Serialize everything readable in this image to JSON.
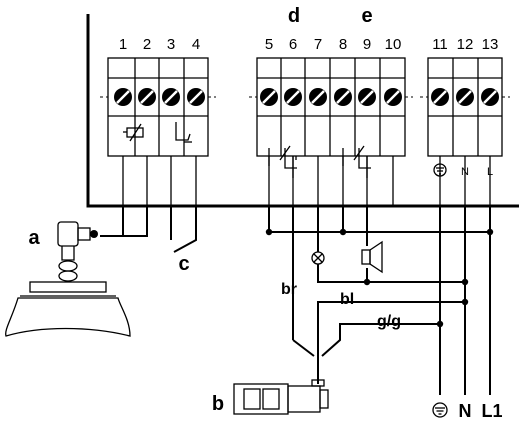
{
  "terminals": {
    "t1": "1",
    "t2": "2",
    "t3": "3",
    "t4": "4",
    "t5": "5",
    "t6": "6",
    "t7": "7",
    "t8": "8",
    "t9": "9",
    "t10": "10",
    "t11": "11",
    "t12": "12",
    "t13": "13"
  },
  "group_labels": {
    "d": "d",
    "e": "e"
  },
  "supply_terminal_labels": {
    "n": "N",
    "l": "L"
  },
  "component_labels": {
    "a": "a",
    "b": "b",
    "c": "c"
  },
  "wire_labels": {
    "br": "br",
    "bl": "bl",
    "gg": "g/g"
  },
  "power_labels": {
    "n": "N",
    "l1": "L1"
  },
  "icons": [
    "ground-icon",
    "screw-terminal-icon",
    "lamp-icon",
    "horn-icon",
    "sensor-icon",
    "switch-icon",
    "plug-connector-icon",
    "thermistor-icon",
    "relay-contact-icon"
  ]
}
